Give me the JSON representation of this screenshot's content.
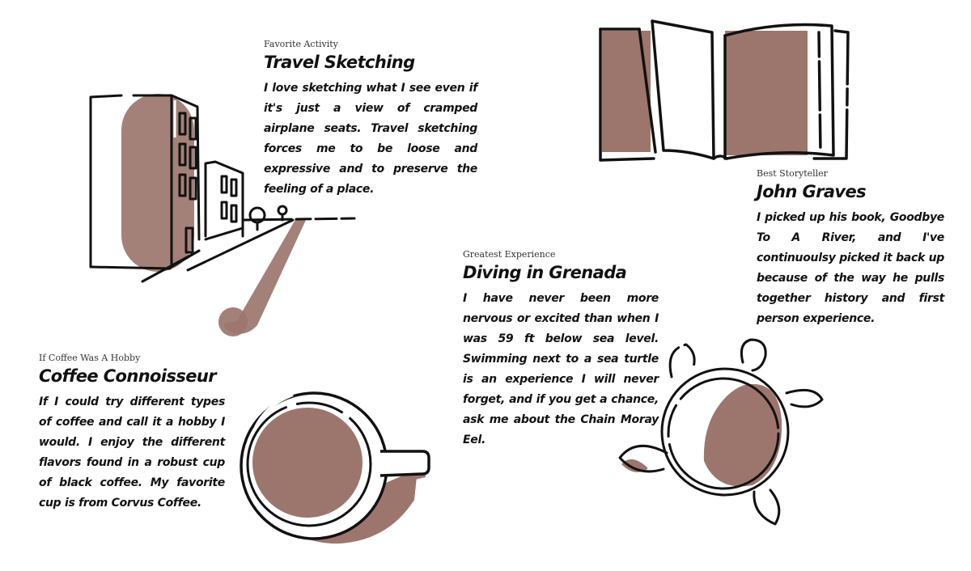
{
  "colors": {
    "accent": "#9c766c",
    "ink": "#111111",
    "background": "#ffffff"
  },
  "sections": {
    "travel": {
      "kicker": "Favorite Activity",
      "title": "Travel Sketching",
      "body": "I love sketching what I see even if it's just a view of cramped airplane seats. Travel sketching forces me to be loose and expressive and to preserve the feeling of a place.",
      "illustration_icon": "building-street-icon"
    },
    "storyteller": {
      "kicker": "Best Storyteller",
      "title": "John Graves",
      "body": "I picked up his book, Goodbye To A River, and I've continuoulsy picked it back up because of the way he pulls together history and first person experience.",
      "illustration_icon": "open-book-icon"
    },
    "diving": {
      "kicker": "Greatest Experience",
      "title": "Diving in Grenada",
      "body": "I have never been more nervous or excited than when I was 59 ft below sea level. Swimming next to a sea turtle is an experience I will never forget, and if you get a chance, ask me about the Chain Moray Eel.",
      "illustration_icon": "sea-turtle-icon"
    },
    "coffee": {
      "kicker": "If Coffee Was A Hobby",
      "title": "Coffee Connoisseur",
      "body": "If I could try different types of coffee and call it a hobby I would. I enjoy the different flavors found in a robust cup of black coffee. My favorite cup is from Corvus Coffee.",
      "illustration_icon": "coffee-cup-icon"
    }
  }
}
